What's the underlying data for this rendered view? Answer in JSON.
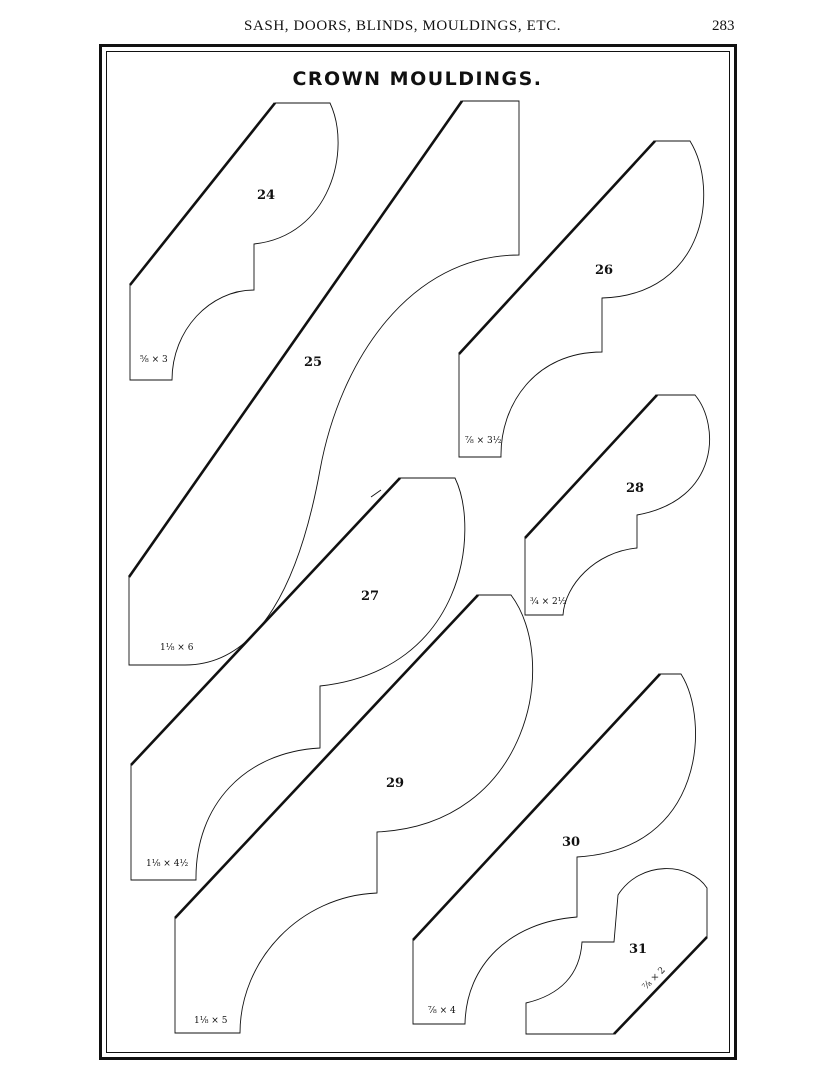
{
  "header": {
    "running_title": "SASH, DOORS, BLINDS, MOULDINGS, ETC.",
    "page_number": "283"
  },
  "plate": {
    "title": "CROWN MOULDINGS."
  },
  "mouldings": [
    {
      "number": "24",
      "size": "⅝ × 3"
    },
    {
      "number": "25",
      "size": "1⅛ × 6"
    },
    {
      "number": "26",
      "size": "⅞ × 3½"
    },
    {
      "number": "27",
      "size": "1⅛ × 4½"
    },
    {
      "number": "28",
      "size": "¾ × 2½"
    },
    {
      "number": "29",
      "size": "1⅛ × 5"
    },
    {
      "number": "30",
      "size": "⅞ × 4"
    },
    {
      "number": "31",
      "size": "⅞ × 2"
    }
  ]
}
